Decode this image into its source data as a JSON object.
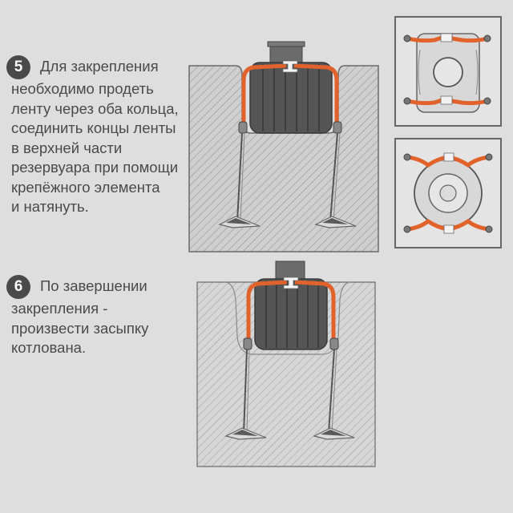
{
  "colors": {
    "background": "#dedede",
    "strap": "#e2622b",
    "tank": "#555555",
    "text": "#4a4a4a",
    "badge": "#4a4a4a"
  },
  "steps": [
    {
      "number": "5",
      "lines": [
        "Для закрепления",
        "необходимо  продеть",
        "ленту через оба кольца,",
        "соединить концы ленты",
        "в верхней части",
        "резервуара при помощи",
        "крепёжного элемента",
        "и натянуть."
      ]
    },
    {
      "number": "6",
      "lines": [
        "По завершении",
        "закрепления -",
        "произвести засыпку",
        "котлована."
      ]
    }
  ]
}
